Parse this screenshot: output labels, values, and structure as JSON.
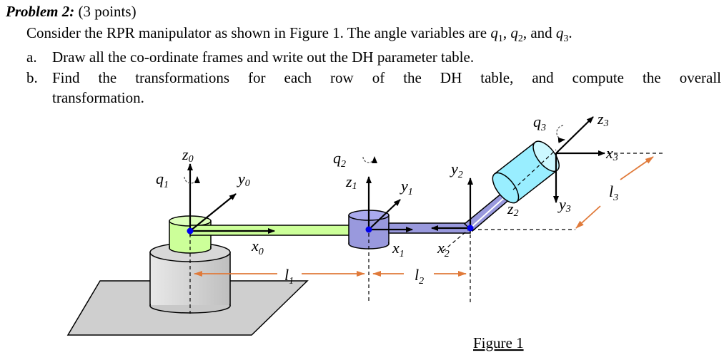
{
  "problem": {
    "title": "Problem 2:",
    "points": "(3 points)",
    "intro_text": "Consider the RPR manipulator as shown in Figure 1. The angle variables are",
    "intro_vars": [
      "q",
      "1",
      ", ",
      "q",
      "2",
      ", and ",
      "q",
      "3",
      "."
    ],
    "items": [
      {
        "marker": "a.",
        "text": "Draw all the co-ordinate frames and write out the DH parameter table."
      },
      {
        "marker": "b.",
        "text": "Find the transformations for each row of the DH table, and compute the overall",
        "continuation": "transformation."
      }
    ]
  },
  "figure": {
    "caption": "Figure 1",
    "labels": {
      "q1": "q",
      "q1_sub": "1",
      "z0": "z",
      "z0_sub": "0",
      "y0": "y",
      "y0_sub": "0",
      "x0": "x",
      "x0_sub": "0",
      "q2": "q",
      "q2_sub": "2",
      "z1": "z",
      "z1_sub": "1",
      "y1": "y",
      "y1_sub": "1",
      "x1": "x",
      "x1_sub": "1",
      "y2": "y",
      "y2_sub": "2",
      "x2": "x",
      "x2_sub": "2",
      "z2": "z",
      "z2_sub": "2",
      "q3": "q",
      "q3_sub": "3",
      "z3": "z",
      "z3_sub": "3",
      "x3": "x",
      "x3_sub": "3",
      "y3": "y",
      "y3_sub": "3",
      "l1": "l",
      "l1_sub": "1",
      "l2": "l",
      "l2_sub": "2",
      "l3": "l",
      "l3_sub": "3"
    },
    "colors": {
      "base_plate": "#cfcfcf",
      "base_block": "#c8c8c8",
      "joint1": "#ccff99",
      "link1": "#ccff99",
      "joint2": "#9999dd",
      "link2": "#9999dd",
      "joint3": "#99eeff",
      "dimension": "#e07a3a",
      "joint_dot": "#0000ee"
    }
  }
}
